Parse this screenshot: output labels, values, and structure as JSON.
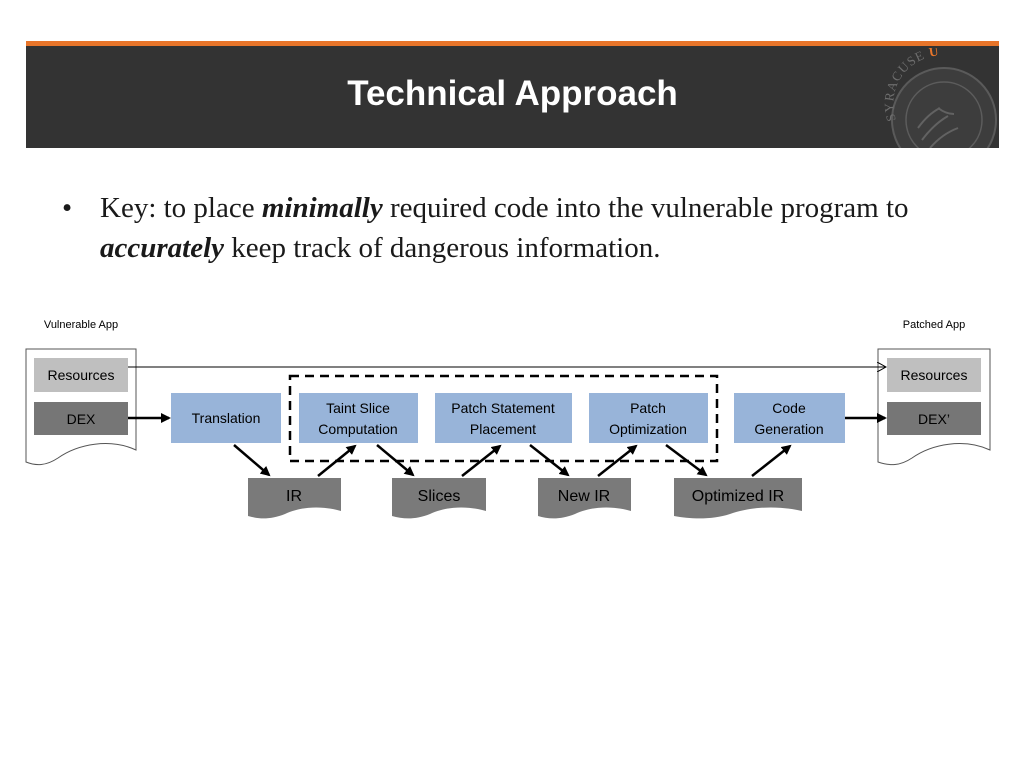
{
  "header": {
    "title": "Technical Approach",
    "seal_text": "SYRACUSE U",
    "colors": {
      "accent": "#e8752a",
      "bar": "#333333"
    }
  },
  "bullet": {
    "prefix": "Key: to place ",
    "emph1": "minimally",
    "mid": " required code into the vulnerable program to ",
    "emph2": "accurately",
    "suffix": " keep track of dangerous information."
  },
  "diagram": {
    "vulnerable_app_label": "Vulnerable App",
    "patched_app_label": "Patched App",
    "left_doc": {
      "resources": "Resources",
      "dex": "DEX"
    },
    "right_doc": {
      "resources": "Resources",
      "dex": "DEX’"
    },
    "steps": {
      "translation": [
        "Translation"
      ],
      "taint_slice": [
        "Taint Slice",
        "Computation"
      ],
      "patch_statement": [
        "Patch Statement",
        "Placement"
      ],
      "patch_optimization": [
        "Patch",
        "Optimization"
      ],
      "code_generation": [
        "Code",
        "Generation"
      ]
    },
    "artifacts": {
      "ir": "IR",
      "slices": "Slices",
      "new_ir": "New IR",
      "optimized_ir": "Optimized IR"
    },
    "colors": {
      "step_box": "#98b4d9",
      "artifact": "#7a7a7a",
      "resource_box": "#bfbfbf",
      "dex_box": "#767676"
    }
  }
}
